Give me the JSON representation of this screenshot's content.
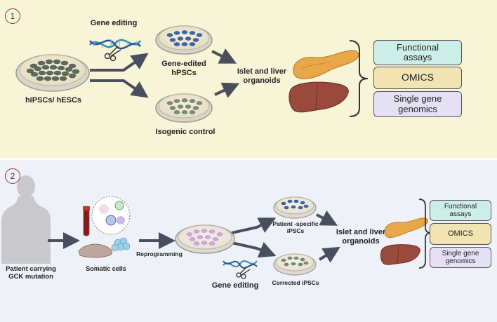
{
  "colors": {
    "panel1_bg": "#f7f4d8",
    "panel2_bg": "#eef1f8",
    "teal": "#cdeee8",
    "tan": "#f2e3b3",
    "lavender": "#e6e0f5"
  },
  "panel1": {
    "number": "1",
    "source_label": "hiPSCs/ hESCs",
    "gene_editing": "Gene editing",
    "edited_label": "Gene-edited\nhPSCs",
    "control_label": "Isogenic control",
    "organoids_label": "Islet and liver\norganoids",
    "outcomes": [
      "Functional\nassays",
      "OMICS",
      "Single gene\ngenomics"
    ]
  },
  "panel2": {
    "number": "2",
    "patient_label": "Patient carrying\nGCK mutation",
    "somatic_label": "Somatic cells",
    "reprogramming_label": "Reprogramming",
    "patient_ipsc_label": "Patient -specific\niPSCs",
    "corrected_label": "Corrected iPSCs",
    "gene_editing": "Gene editing",
    "organoids_label": "Islet and liver\norganoids",
    "outcomes": [
      "Functional\nassays",
      "OMICS",
      "Single gene\ngenomics"
    ]
  }
}
